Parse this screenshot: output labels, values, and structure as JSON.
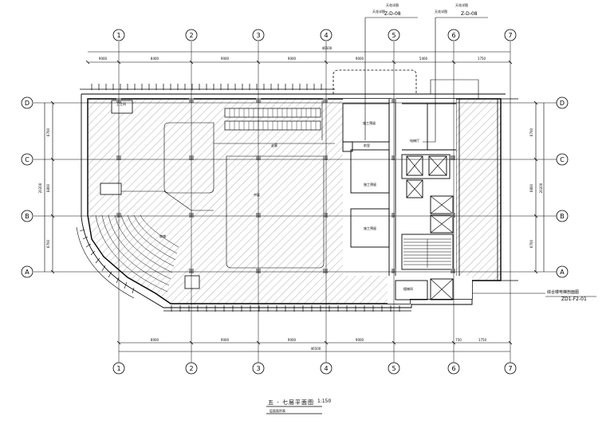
{
  "drawing": {
    "title": "五 - 七层平面图",
    "scale": "1:150",
    "subtitle": "层面面积表",
    "reference_label": "综合楼电梯剖面图",
    "reference_code": "ZD1-F2-01"
  },
  "grid": {
    "columns": [
      "1",
      "2",
      "3",
      "4",
      "5",
      "6",
      "7"
    ],
    "rows": [
      "D",
      "C",
      "B",
      "A"
    ]
  },
  "dimensions": {
    "overall_top": "46500",
    "overall_bottom": "46500",
    "top_spans": [
      "9000",
      "8400",
      "9000",
      "9000",
      "9000",
      "5400",
      "1750"
    ],
    "bottom_spans": [
      "8000",
      "9000",
      "9000",
      "9000",
      "750",
      "1750"
    ],
    "left_spans": [
      "6700",
      "6800",
      "6700"
    ],
    "left_total": "20200",
    "right_spans": [
      "6700",
      "6800",
      "6700"
    ],
    "right_total": "20200"
  },
  "flags": [
    {
      "top": "天花详图",
      "left": "天花详图",
      "code": "Z-D-08"
    },
    {
      "top": "天花详图",
      "left": "天花详图",
      "code": "Z-D-08"
    }
  ],
  "rooms": [
    "施工预留",
    "施工预留",
    "施工预留",
    "中庭",
    "电梯厅",
    "楼梯间",
    "走廊",
    "商铺",
    "前室",
    "卫生间"
  ]
}
